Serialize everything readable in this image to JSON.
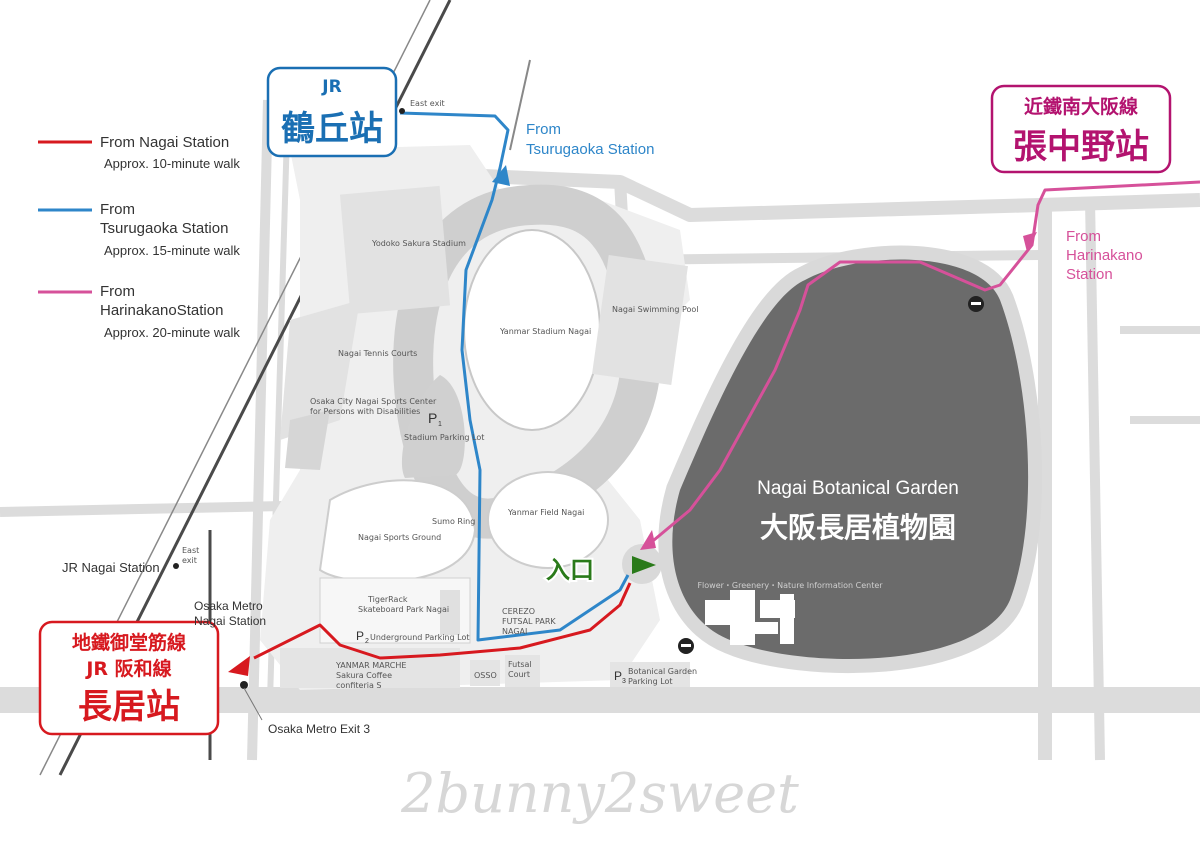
{
  "legend": [
    {
      "line1": "From Nagai Station",
      "line2": "",
      "walk": "Approx. 10-minute walk",
      "color": "#d7191f"
    },
    {
      "line1": "From",
      "line2": "Tsurugaoka Station",
      "walk": "Approx. 15-minute walk",
      "color": "#2e86c9"
    },
    {
      "line1": "From",
      "line2": "HarinakanoStation",
      "walk": "Approx. 20-minute walk",
      "color": "#d6519a"
    }
  ],
  "stations": {
    "tsurugaoka": {
      "line": "JR",
      "name": "鶴丘站",
      "color": "#1a6fb3"
    },
    "harinakano": {
      "line": "近鐵南大阪線",
      "name": "張中野站",
      "color": "#b3136f"
    },
    "nagai": {
      "line1": "地鐵御堂筋線",
      "line2": "JR 阪和線",
      "name": "長居站",
      "color": "#d7191f"
    }
  },
  "route_labels": {
    "tsurugaoka_1": "From",
    "tsurugaoka_2": "Tsurugaoka Station",
    "harinakano_1": "From",
    "harinakano_2": "Harinakano",
    "harinakano_3": "Station"
  },
  "garden": {
    "name_en": "Nagai Botanical Garden",
    "name_zh": "大阪長居植物園"
  },
  "entrance": "入口",
  "places": {
    "east_exit_top": "East exit",
    "east_exit_bottom_1": "East",
    "east_exit_bottom_2": "exit",
    "jr_nagai": "JR Nagai Station",
    "osaka_metro_1": "Osaka Metro",
    "osaka_metro_2": "Nagai Station",
    "metro_exit3": "Osaka Metro Exit 3",
    "yodoko": "Yodoko Sakura Stadium",
    "yanmar_stadium": "Yanmar Stadium Nagai",
    "swimming": "Nagai Swimming Pool",
    "tennis": "Nagai Tennis Courts",
    "sports_center_1": "Osaka City Nagai Sports Center",
    "sports_center_2": "for Persons with Disabilities",
    "p1": "P",
    "p1_sub": "1",
    "stadium_parking": "Stadium Parking Lot",
    "field": "Yanmar Field Nagai",
    "sumo": "Sumo Ring",
    "sports_ground": "Nagai Sports Ground",
    "skate_1": "TigerRack",
    "skate_2": "Skateboard Park Nagai",
    "p2": "P",
    "p2_sub": "2",
    "underground_parking": "Underground Parking Lot",
    "cerezo_1": "CEREZO",
    "cerezo_2": "FUTSAL PARK",
    "cerezo_3": "NAGAI",
    "marche_1": "YANMAR MARCHE",
    "marche_2": "Sakura Coffee",
    "marche_3": "confiteria S",
    "osso": "OSSO",
    "futsal_1": "Futsal",
    "futsal_2": "Court",
    "p3": "P",
    "p3_sub": "3",
    "bg_parking_1": "Botanical Garden",
    "bg_parking_2": "Parking Lot",
    "info_center": "Flower・Greenery・Nature Information Center"
  },
  "watermark": "2bunny2sweet"
}
